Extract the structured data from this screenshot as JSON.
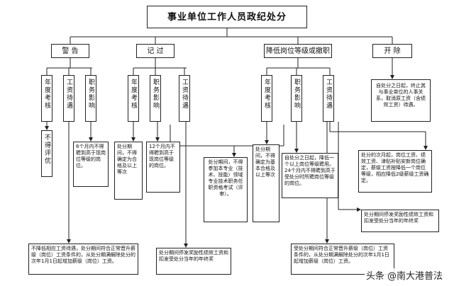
{
  "title": "事业单位工作人员政纪处分",
  "categories": {
    "warning": "警 告",
    "demerit": "记 过",
    "demotion": "降低岗位等级或撤职",
    "dismissal": "开 除"
  },
  "aspects": {
    "annual_assessment": "年度考核",
    "salary": "工资待遇",
    "position_impact": "职务影响"
  },
  "results": {
    "warning_assessment": "不得评优",
    "warning_position": "6个月内不得聘到高于现岗位等级的岗位。",
    "warning_salary": "不降低相应工资待遇，处分期间符合正常晋升薪级（岗位）工资条件的，从处分期满解除处分的次年1月1日起增加薪级（岗位）工资。",
    "demerit_assessment": "处分期间，不得确定为合格及以上等次",
    "demerit_position": "12个月内不得聘到高于现岗位等级的岗位。",
    "demerit_salary": "处分期间停发奖励性绩效工资和扣发受处分当年的年终奖",
    "technical_post": "处分期间，不得参加本专业（技术、技能）领域专业技术职务任职资格考试（评审）。",
    "demotion_assessment": "处分期间，不得确定为基本合格及以上等次",
    "demotion_position": "自处分之日起，降低一个以上岗位等级聘用。24个月内不得聘到高于受处分时所聘岗位等级的岗位。",
    "demotion_salary_1": "处分的次月起，岗位工资、绩效工资、津贴补贴安新岗位确定，薪级工资按降低一个岗位等级，相应降低2级薪级工资确定。",
    "demotion_salary_2": "处分期间停发奖励性绩效工资和扣发受处分当年的年终奖",
    "demotion_salary_3": "受处分期间符合正常晋升薪级（岗位）工资条件的，从处分期满解除处分的次年1月1日起增加薪级（岗位）工资。",
    "dismissal_result": "自处分之日起，终止其与事业单位的人事关系，取消原工资（含绩效工资）待遇。"
  },
  "watermark": "头条 @南大港普法"
}
